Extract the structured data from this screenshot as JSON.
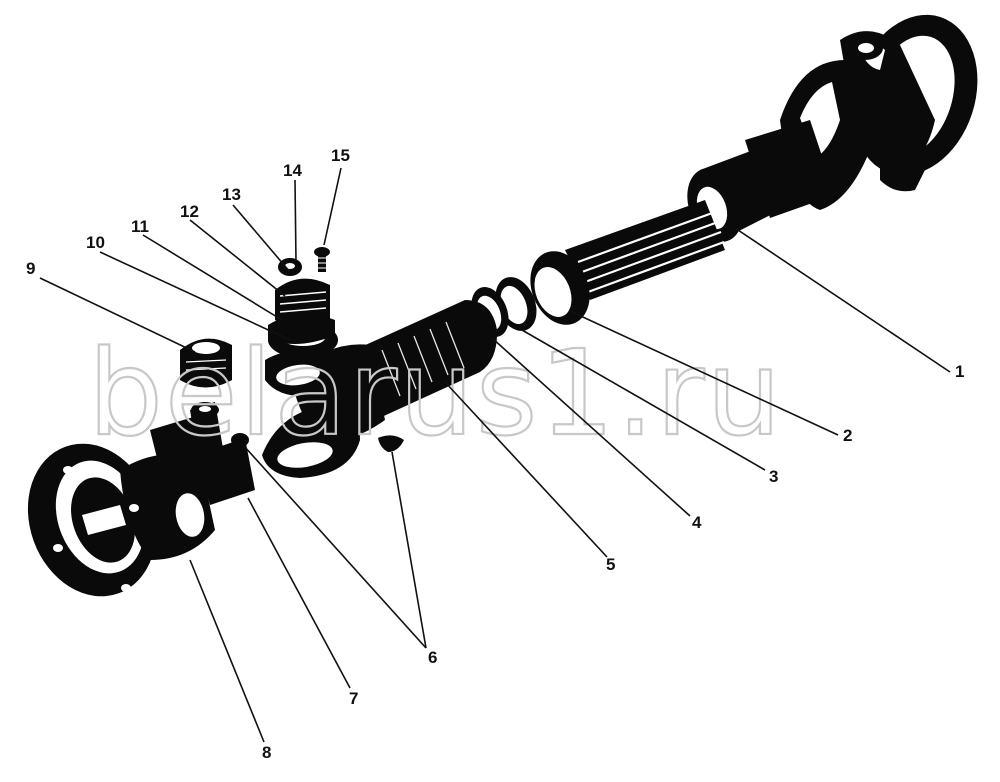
{
  "watermark": "belarus1.ru",
  "callouts": [
    {
      "id": "1",
      "label": "1"
    },
    {
      "id": "2",
      "label": "2"
    },
    {
      "id": "3",
      "label": "3"
    },
    {
      "id": "4",
      "label": "4"
    },
    {
      "id": "5",
      "label": "5"
    },
    {
      "id": "6",
      "label": "6"
    },
    {
      "id": "7",
      "label": "7"
    },
    {
      "id": "8",
      "label": "8"
    },
    {
      "id": "9",
      "label": "9"
    },
    {
      "id": "10",
      "label": "10"
    },
    {
      "id": "11",
      "label": "11"
    },
    {
      "id": "12",
      "label": "12"
    },
    {
      "id": "13",
      "label": "13"
    },
    {
      "id": "14",
      "label": "14"
    },
    {
      "id": "15",
      "label": "15"
    }
  ]
}
